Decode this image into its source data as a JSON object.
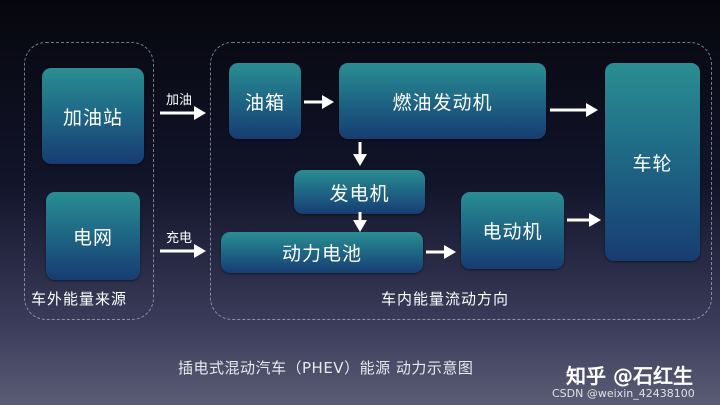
{
  "groups": {
    "external": {
      "label": "车外能量来源"
    },
    "internal": {
      "label": "车内能量流动方向"
    }
  },
  "nodes": {
    "gas_station": "加油站",
    "grid": "电网",
    "fuel_tank": "油箱",
    "engine": "燃油发动机",
    "generator": "发电机",
    "battery": "动力电池",
    "motor": "电动机",
    "wheels": "车轮"
  },
  "edge_labels": {
    "refuel": "加油",
    "charge": "充电"
  },
  "caption": "插电式混动汽车（PHEV）能源 动力示意图",
  "watermark": {
    "zhihu": "知乎 @石红生",
    "csdn": "CSDN @weixin_42438100"
  }
}
